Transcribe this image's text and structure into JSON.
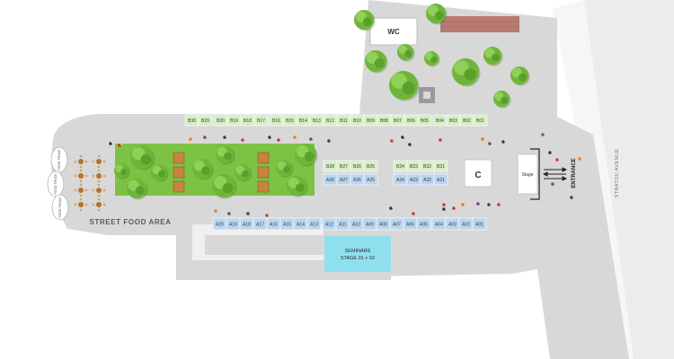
{
  "labels": {
    "wc": "WC",
    "street_food_area": "STREET FOOD AREA",
    "seminars_line1": "SEMINARS",
    "seminars_line2": "STAGE 01 + 02",
    "c_block": "C",
    "stage": "Stage",
    "entrance": "ENTRANCE",
    "street": "STRATOU AVENUE",
    "food_trucks": [
      "FOOD TRUCK",
      "FOOD TRUCK",
      "FOOD TRUCK"
    ]
  },
  "booths": {
    "b_top": [
      "B30",
      "B29",
      "B20",
      "B19",
      "B18",
      "B17",
      "B16",
      "B15",
      "B14",
      "B13",
      "B12",
      "B11",
      "B10",
      "B09",
      "B08",
      "B07",
      "B06",
      "B05",
      "B04",
      "B03",
      "B02",
      "B01"
    ],
    "b_mid_left": [
      "B28",
      "B27",
      "B26",
      "B25"
    ],
    "b_mid_right": [
      "B24",
      "B23",
      "B22",
      "B21"
    ],
    "a_mid_left": [
      "A28",
      "A27",
      "A26",
      "A25"
    ],
    "a_mid_right": [
      "A24",
      "A23",
      "A22",
      "A21"
    ],
    "a_bottom": [
      "A20",
      "A19",
      "A18",
      "A17",
      "A16",
      "A15",
      "A14",
      "A13",
      "A12",
      "A11",
      "A10",
      "A09",
      "A08",
      "A07",
      "A06",
      "A05",
      "A04",
      "A03",
      "A02",
      "A01"
    ]
  },
  "colors": {
    "b_booth": "#d7eec5",
    "a_booth": "#b9d6f0",
    "seminars": "#8fe0ee",
    "venue_floor": "#d8d8d8",
    "lawn": "#7cc243"
  }
}
